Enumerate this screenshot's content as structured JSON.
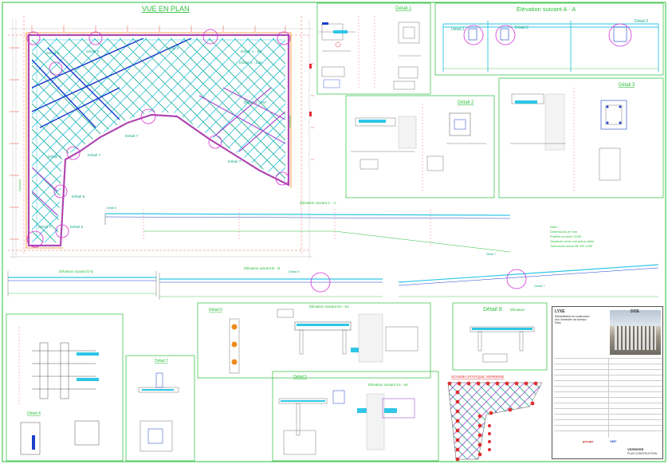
{
  "views": {
    "plan_title": "VUE EN PLAN",
    "elev_aa": "Élévation suivant A - A",
    "elev_dd": "Elévation suivant D-D",
    "elev_cc": "Elévation suivant C - C",
    "elev_bb": "Elévation suivant B - B",
    "elev_5a": "Elévation suivant 5A - 5A",
    "elev_6a": "Elévation suivant 6A - 6A",
    "elev_88": "Elévation",
    "schema": "SCHEMA STATIQUE VERRIERE"
  },
  "plan_labels": {
    "d6": "Détail 6",
    "d5": "Détail 5",
    "d2": "Détail 2",
    "d1_90": "Détail 1 - 90",
    "d2_120": "Détail 2 - 120",
    "d3_297": "Détail 3 - 297",
    "d7a": "Détail 7",
    "d7b": "Détail 7",
    "d7c": "Détail 7",
    "d4": "Détail 4",
    "d8": "Détail 8",
    "d8b": "Détail 8",
    "d7d": "Détail 7"
  },
  "detail_titles": {
    "t1": "Détail 1",
    "t2": "Détail 2",
    "t3": "Détail 3",
    "t4": "Détail 4",
    "t5": "Détail 5",
    "t6": "Détail 6",
    "t7": "Détail 7",
    "t8": "Détail 8",
    "t1b": "Détail 1",
    "t2b": "Détail 2",
    "t3b": "Détail 3",
    "t8b": "Détail 8"
  },
  "notes": {
    "title": "Nota :",
    "lines": [
      "Dimensions en mm",
      "Profilés en acier S235",
      "Ossature verre voir plans vitrier",
      "Tolérances selon NF EN 1090"
    ]
  },
  "titleblock": {
    "project": "LYXE",
    "lines": [
      "Réhabilitation et construction",
      "d'un immeuble de bureaux",
      "Paris"
    ],
    "plan_code": "DOE",
    "doc_title": "PLAN CONSTRUCTION",
    "doc_sub": "VERRIERE",
    "company1": "groupe",
    "company2": "VMT"
  },
  "colors": {
    "frame": "#2bbf3a",
    "cyan": "#2ec6e6",
    "teal": "#1ca88a",
    "blue": "#1c3fc8",
    "purple": "#a24fd0",
    "magenta": "#d52fd5",
    "red": "#e03030",
    "orange": "#f08a1e",
    "yellow": "#e6c21c"
  }
}
